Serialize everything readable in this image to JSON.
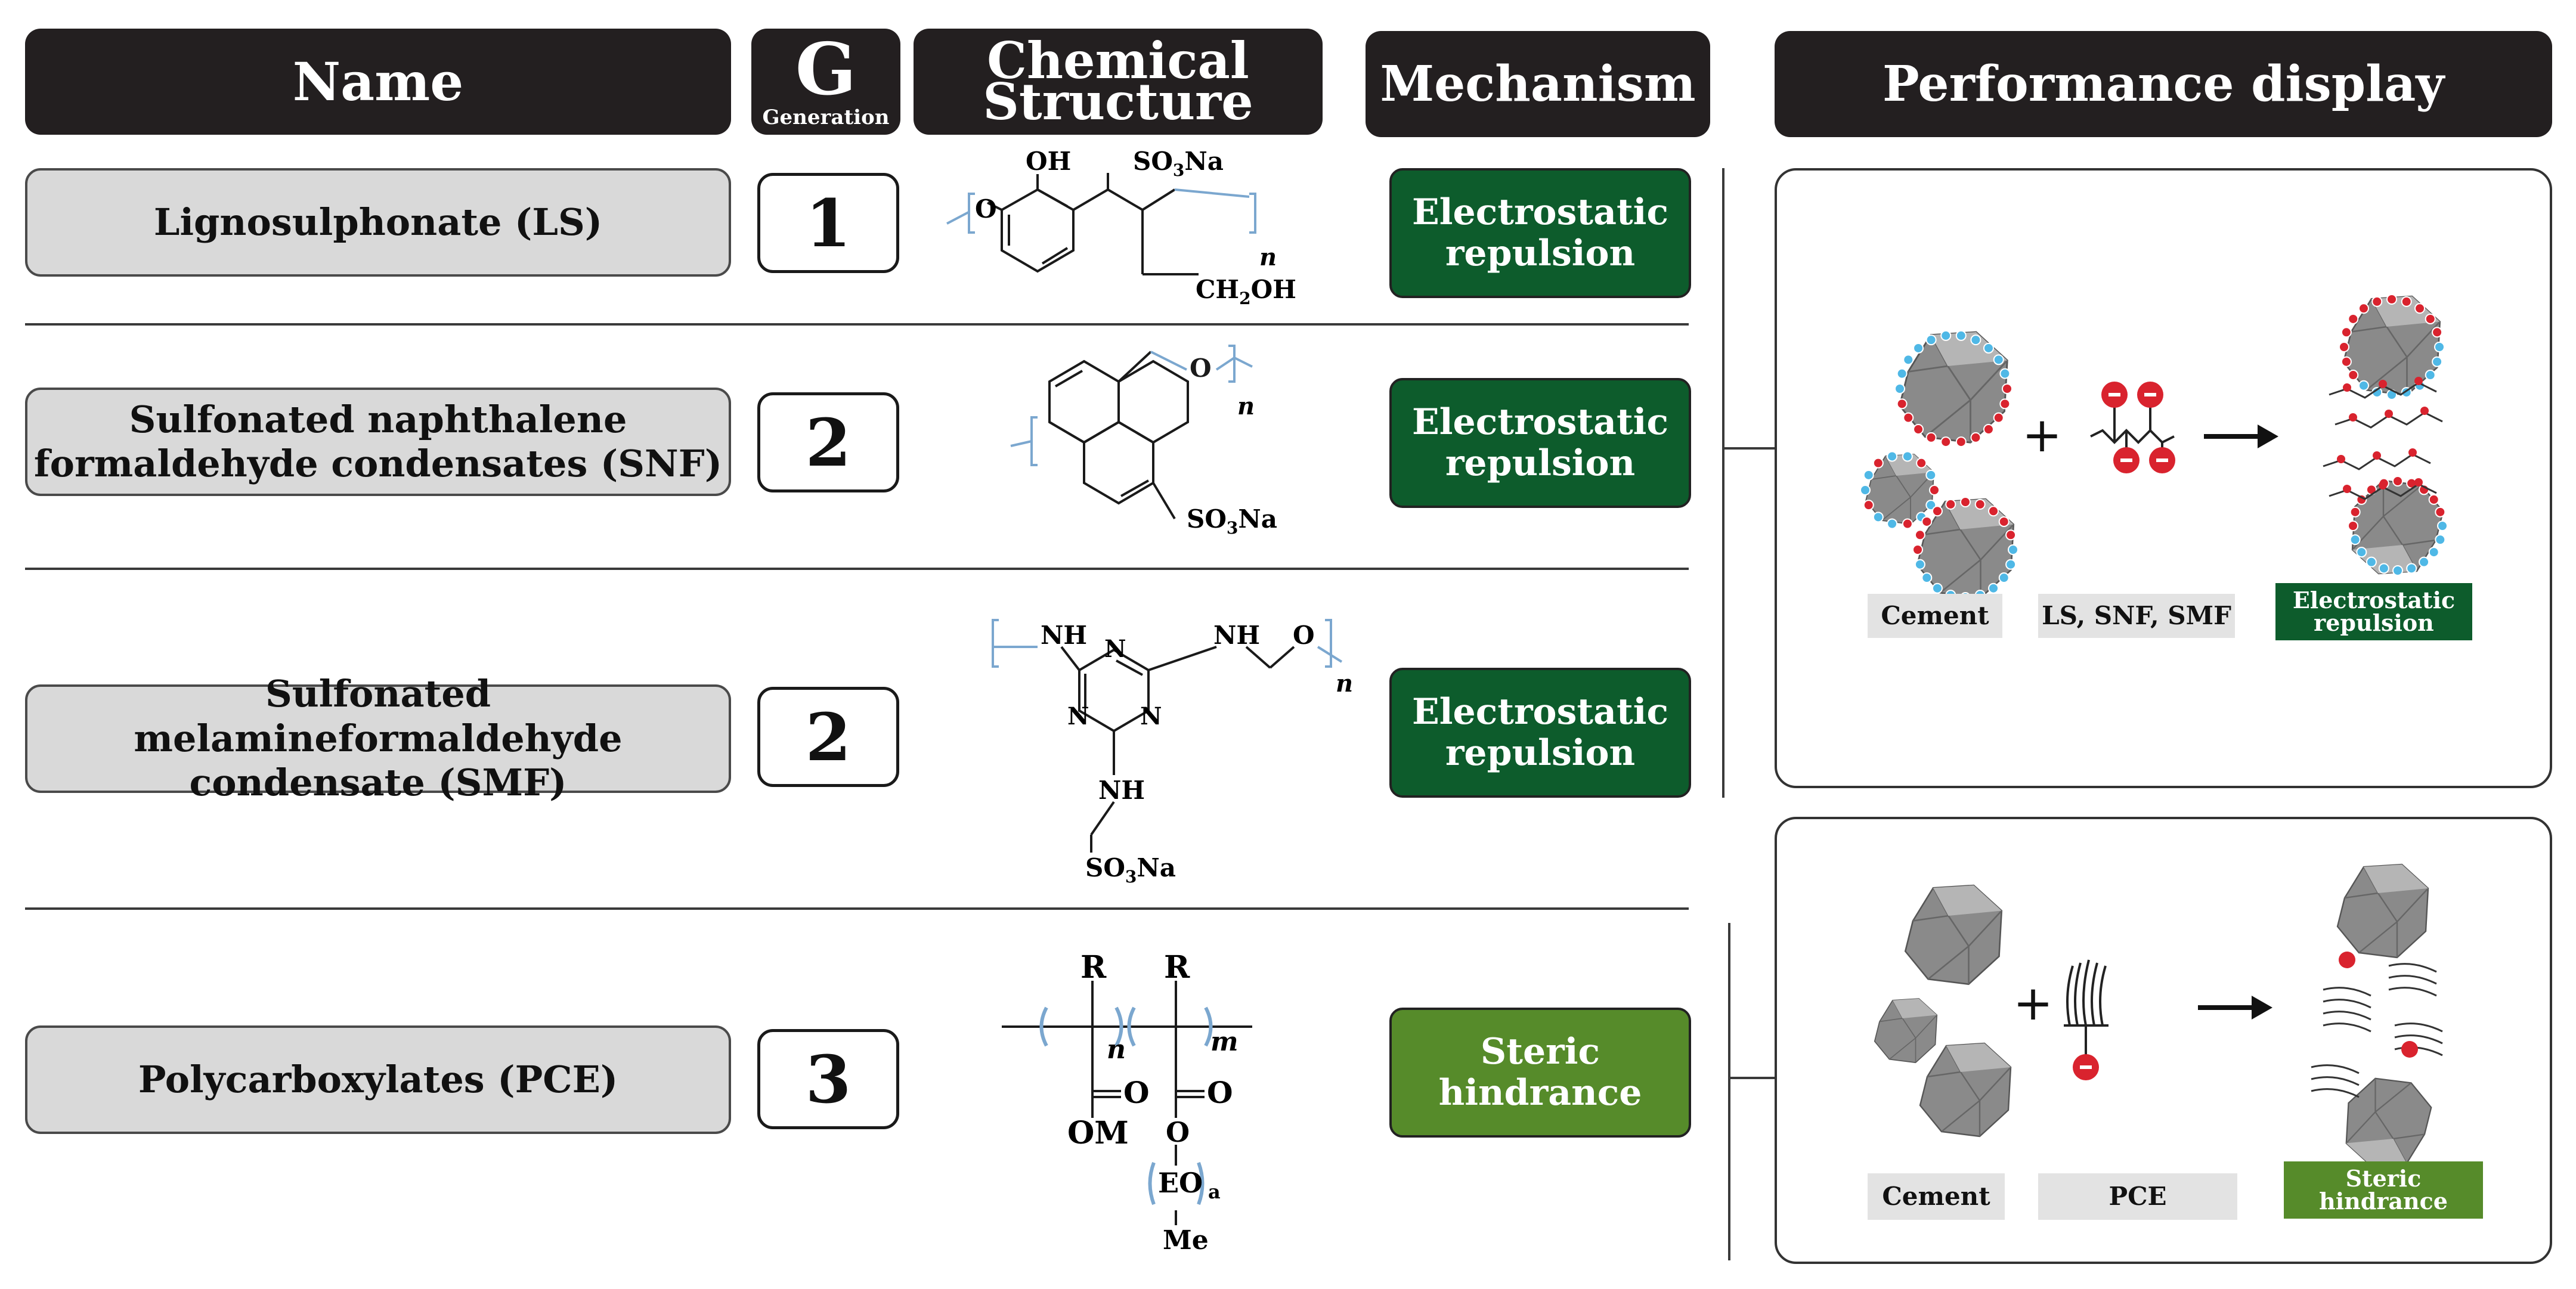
{
  "headers": {
    "name": "Name",
    "generation_letter": "G",
    "generation_word": "Generation",
    "structure_line1": "Chemical",
    "structure_line2": "Structure",
    "mechanism": "Mechanism",
    "performance": "Performance display"
  },
  "rows": [
    {
      "name": "Lignosulphonate (LS)",
      "generation": "1",
      "mechanism": "Electrostatic repulsion"
    },
    {
      "name_line1": "Sulfonated naphthalene",
      "name_line2": "formaldehyde condensates (SNF)",
      "generation": "2",
      "mechanism": "Electrostatic repulsion"
    },
    {
      "name_line1": "Sulfonated melamineformaldehyde",
      "name_line2": "condensate (SMF)",
      "generation": "2",
      "mechanism": "Electrostatic repulsion"
    },
    {
      "name": "Polycarboxylates (PCE)",
      "generation": "3",
      "mechanism_line1": "Steric",
      "mechanism_line2": "hindrance"
    }
  ],
  "chem": {
    "ls": {
      "oh": "OH",
      "so3na": "SO3Na",
      "o": "O",
      "n": "n",
      "ch2oh": "CH2OH"
    },
    "snf": {
      "o": "O",
      "n": "n",
      "so3na": "SO3Na"
    },
    "smf": {
      "nh1": "NH",
      "nh2": "NH",
      "nh3": "NH",
      "n1": "N",
      "n2": "N",
      "n3": "N",
      "o": "O",
      "n": "n",
      "so3na": "SO3Na"
    },
    "pce": {
      "r1": "R",
      "r2": "R",
      "n": "n",
      "m": "m",
      "o1": "O",
      "o2": "O",
      "o3": "O",
      "om": "OM",
      "eo": "EO",
      "a": "a",
      "me": "Me"
    }
  },
  "panels": {
    "top": {
      "label_cement": "Cement",
      "label_agents": "LS, SNF, SMF",
      "label_mech_line1": "Electrostatic",
      "label_mech_line2": "repulsion",
      "plus": "+"
    },
    "bottom": {
      "label_cement": "Cement",
      "label_agent": "PCE",
      "label_mech_line1": "Steric",
      "label_mech_line2": "hindrance",
      "plus": "+"
    }
  },
  "colors": {
    "header_bg": "#231f20",
    "electrostatic_green": "#0d5c2c",
    "steric_green": "#568b2a",
    "name_box_gray": "#d9d9d9",
    "label_gray": "#e3e3e3",
    "charge_red": "#d9232e",
    "charge_blue": "#4fb8e6",
    "bracket_blue": "#7ba7cf"
  }
}
